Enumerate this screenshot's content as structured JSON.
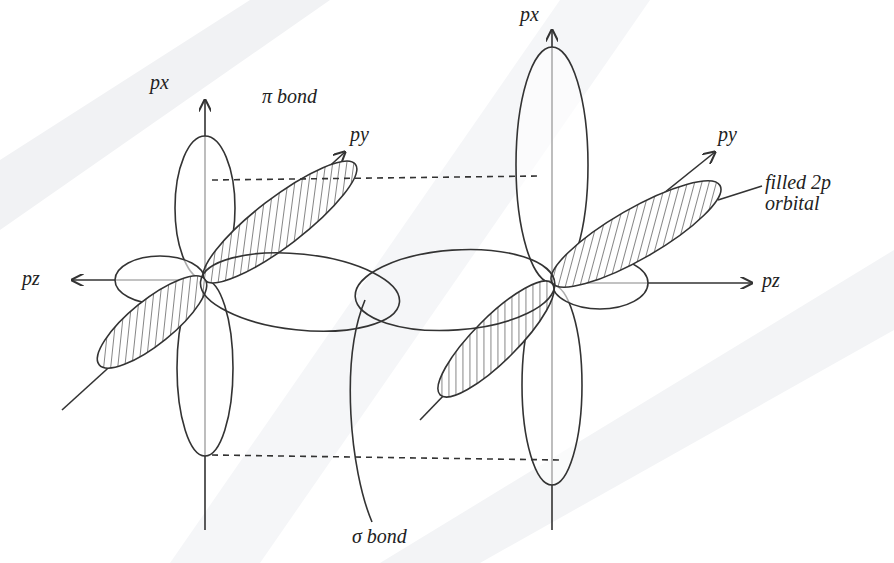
{
  "diagram": {
    "labels": [
      "px",
      "π bond",
      "py",
      "pz",
      "px",
      "py",
      "filled 2p orbital",
      "pz",
      "σ bond"
    ]
  }
}
